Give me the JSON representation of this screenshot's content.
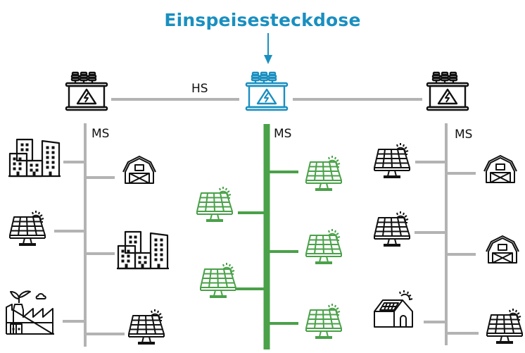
{
  "title": "Einspeisesteckdose",
  "colors": {
    "accent": "#1a8fc0",
    "green": "#4aa149",
    "line": "#b3b3b3",
    "icon": "#111111"
  },
  "labels": {
    "hs": "HS",
    "ms_left": "MS",
    "ms_center": "MS",
    "ms_right": "MS"
  },
  "nodes": {
    "transformers": [
      {
        "id": "left",
        "icon": "transformer-icon",
        "highlight": false
      },
      {
        "id": "center",
        "icon": "transformer-icon",
        "highlight": true
      },
      {
        "id": "right",
        "icon": "transformer-icon",
        "highlight": false
      }
    ],
    "left_branch": [
      "buildings-icon",
      "barn-icon",
      "solar-panel-icon",
      "buildings-icon",
      "factory-icon",
      "solar-panel-icon"
    ],
    "center_branch": [
      "solar-panel-icon",
      "solar-panel-icon",
      "solar-panel-icon",
      "solar-panel-icon",
      "solar-panel-icon"
    ],
    "right_branch": [
      "solar-panel-icon",
      "barn-icon",
      "solar-panel-icon",
      "barn-icon",
      "solar-house-icon",
      "solar-panel-icon"
    ]
  }
}
